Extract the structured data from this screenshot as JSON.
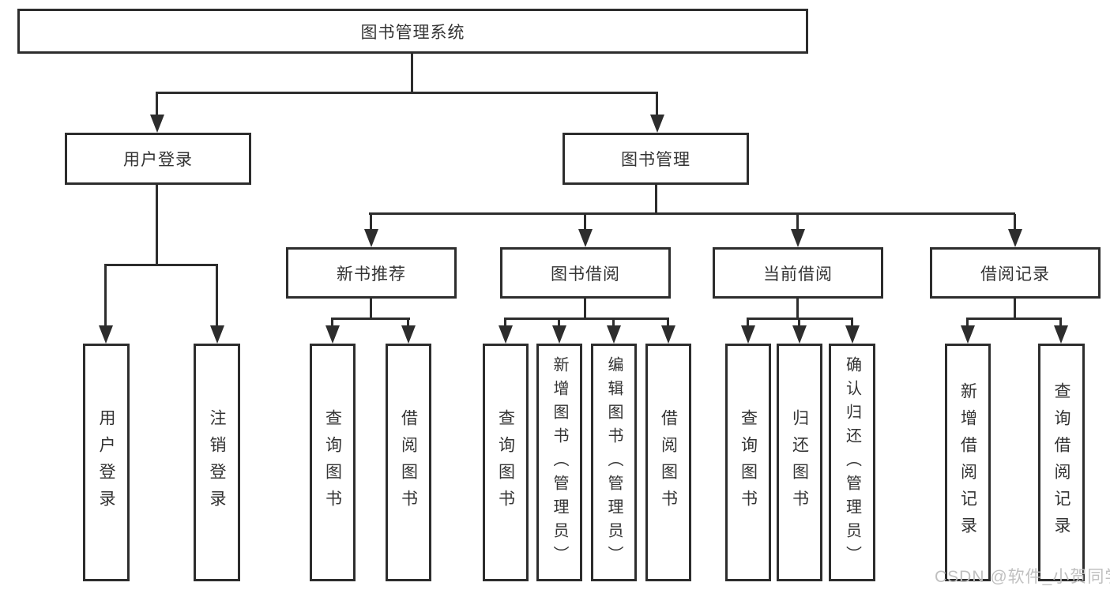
{
  "colors": {
    "line": "#2d2d2d",
    "text": "#333333",
    "background": "#ffffff",
    "watermark": "#c0c0c0"
  },
  "watermark": {
    "text": "CSDN @软件_小贺同学"
  },
  "diagram": {
    "root": {
      "label": "图书管理系统"
    },
    "branches": [
      {
        "label": "用户登录",
        "children": [
          {
            "label": "用户登录"
          },
          {
            "label": "注销登录"
          }
        ]
      },
      {
        "label": "图书管理",
        "children": [
          {
            "label": "新书推荐",
            "children": [
              {
                "label": "查询图书"
              },
              {
                "label": "借阅图书"
              }
            ]
          },
          {
            "label": "图书借阅",
            "children": [
              {
                "label": "查询图书"
              },
              {
                "label": "新增图书（管理员）"
              },
              {
                "label": "编辑图书（管理员）"
              },
              {
                "label": "借阅图书"
              }
            ]
          },
          {
            "label": "当前借阅",
            "children": [
              {
                "label": "查询图书"
              },
              {
                "label": "归还图书"
              },
              {
                "label": "确认归还（管理员）"
              }
            ]
          },
          {
            "label": "借阅记录",
            "children": [
              {
                "label": "新增借阅记录"
              },
              {
                "label": "查询借阅记录"
              }
            ]
          }
        ]
      }
    ]
  }
}
